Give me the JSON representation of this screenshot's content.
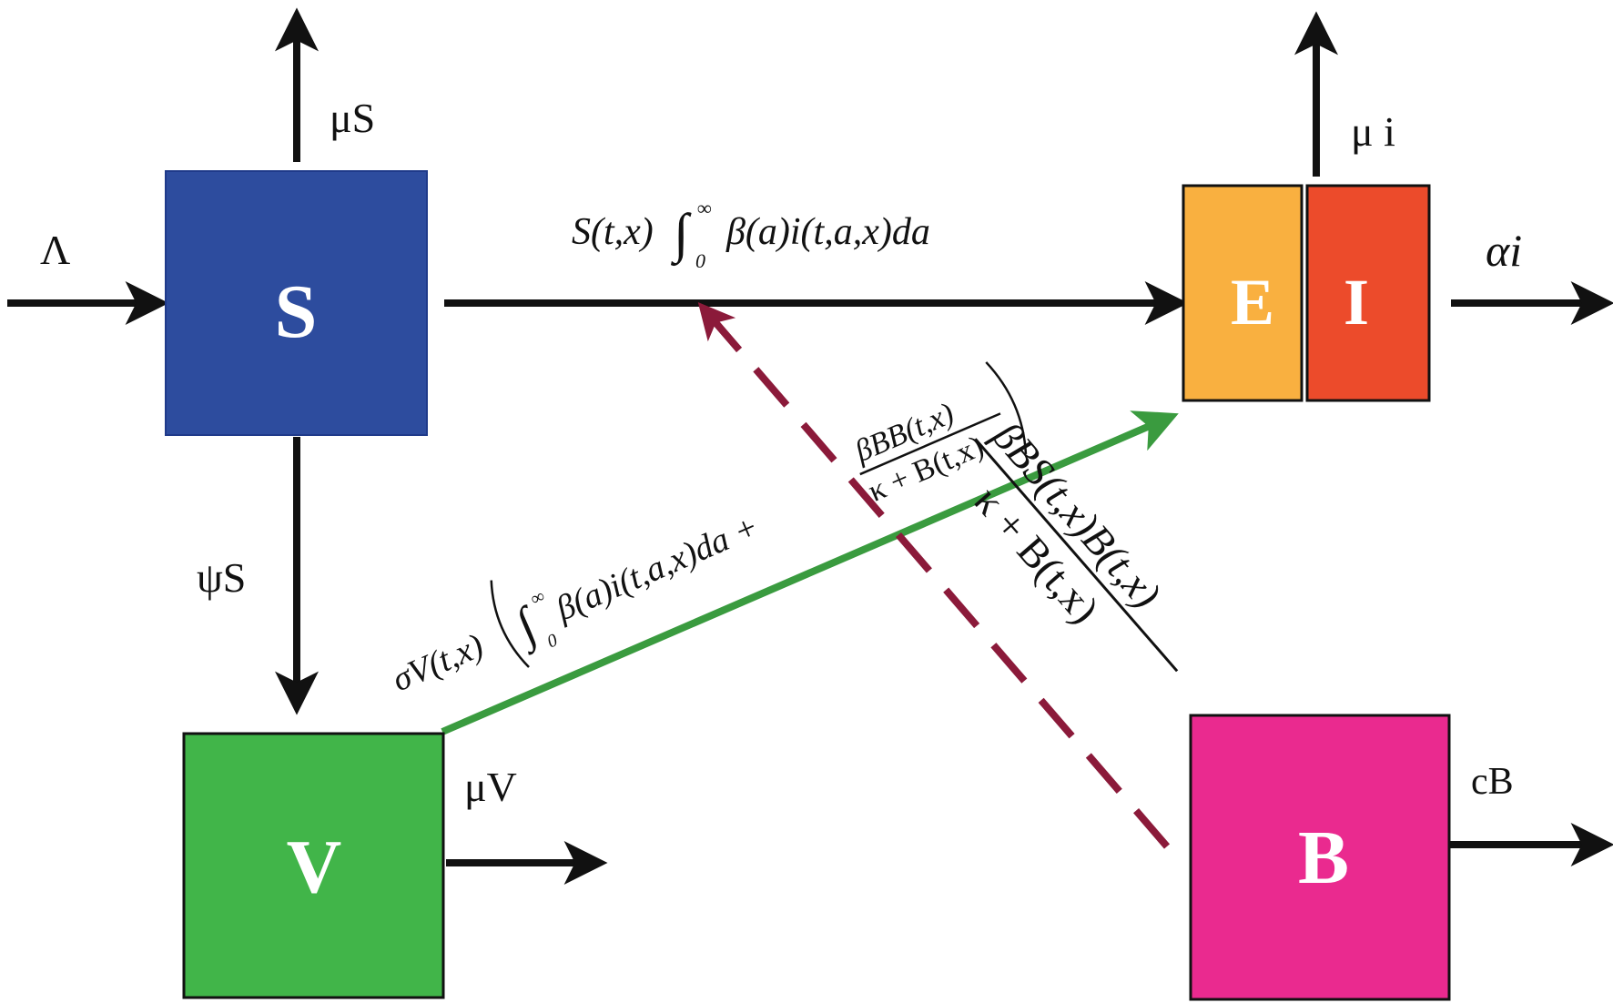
{
  "compartments": {
    "S": {
      "label": "S",
      "color": "#2d4c9e"
    },
    "V": {
      "label": "V",
      "color": "#41b549"
    },
    "E": {
      "label": "E",
      "color": "#f9b040"
    },
    "I": {
      "label": "I",
      "color": "#ec4b2b"
    },
    "B": {
      "label": "B",
      "color": "#ea2a8f"
    }
  },
  "flows": {
    "lambda_in": "Λ",
    "mu_s": "μS",
    "psi_s": "ψS",
    "mu_v": "μV",
    "mu_i": "μ i",
    "alpha_i": "αi",
    "c_b": "cB",
    "s_to_ei": "S(t,x)∫₀^∞ β(a)i(t,a,x)da",
    "v_to_ei": "σV(t,x)(∫₀^∞ β(a)i(t,a,x)da + β_B B(t,x) / κ + B(t,x))",
    "v_to_ei_parts": {
      "prefix": "σV(t,x)",
      "integral": "∫",
      "lower": "0",
      "upper": "∞",
      "body": "β(a)i(t,a,x)da +",
      "numerator": "βBB(t,x)",
      "denominator": "κ + B(t,x)"
    },
    "b_to_ei": "β_B S(t,x)B(t,x) / κ + B(t,x)",
    "b_to_ei_parts": {
      "numerator": "βBS(t,x)B(t,x)",
      "denominator": "κ + B(t,x)"
    },
    "s_to_ei_parts": {
      "prefix": "S(t,x)",
      "integral": "∫",
      "lower": "0",
      "upper": "∞",
      "body": "β(a)i(t,a,x)da"
    }
  },
  "colors": {
    "arrow_black": "#111111",
    "arrow_green": "#3a9b3f",
    "arrow_dashed": "#8b1a3a"
  }
}
